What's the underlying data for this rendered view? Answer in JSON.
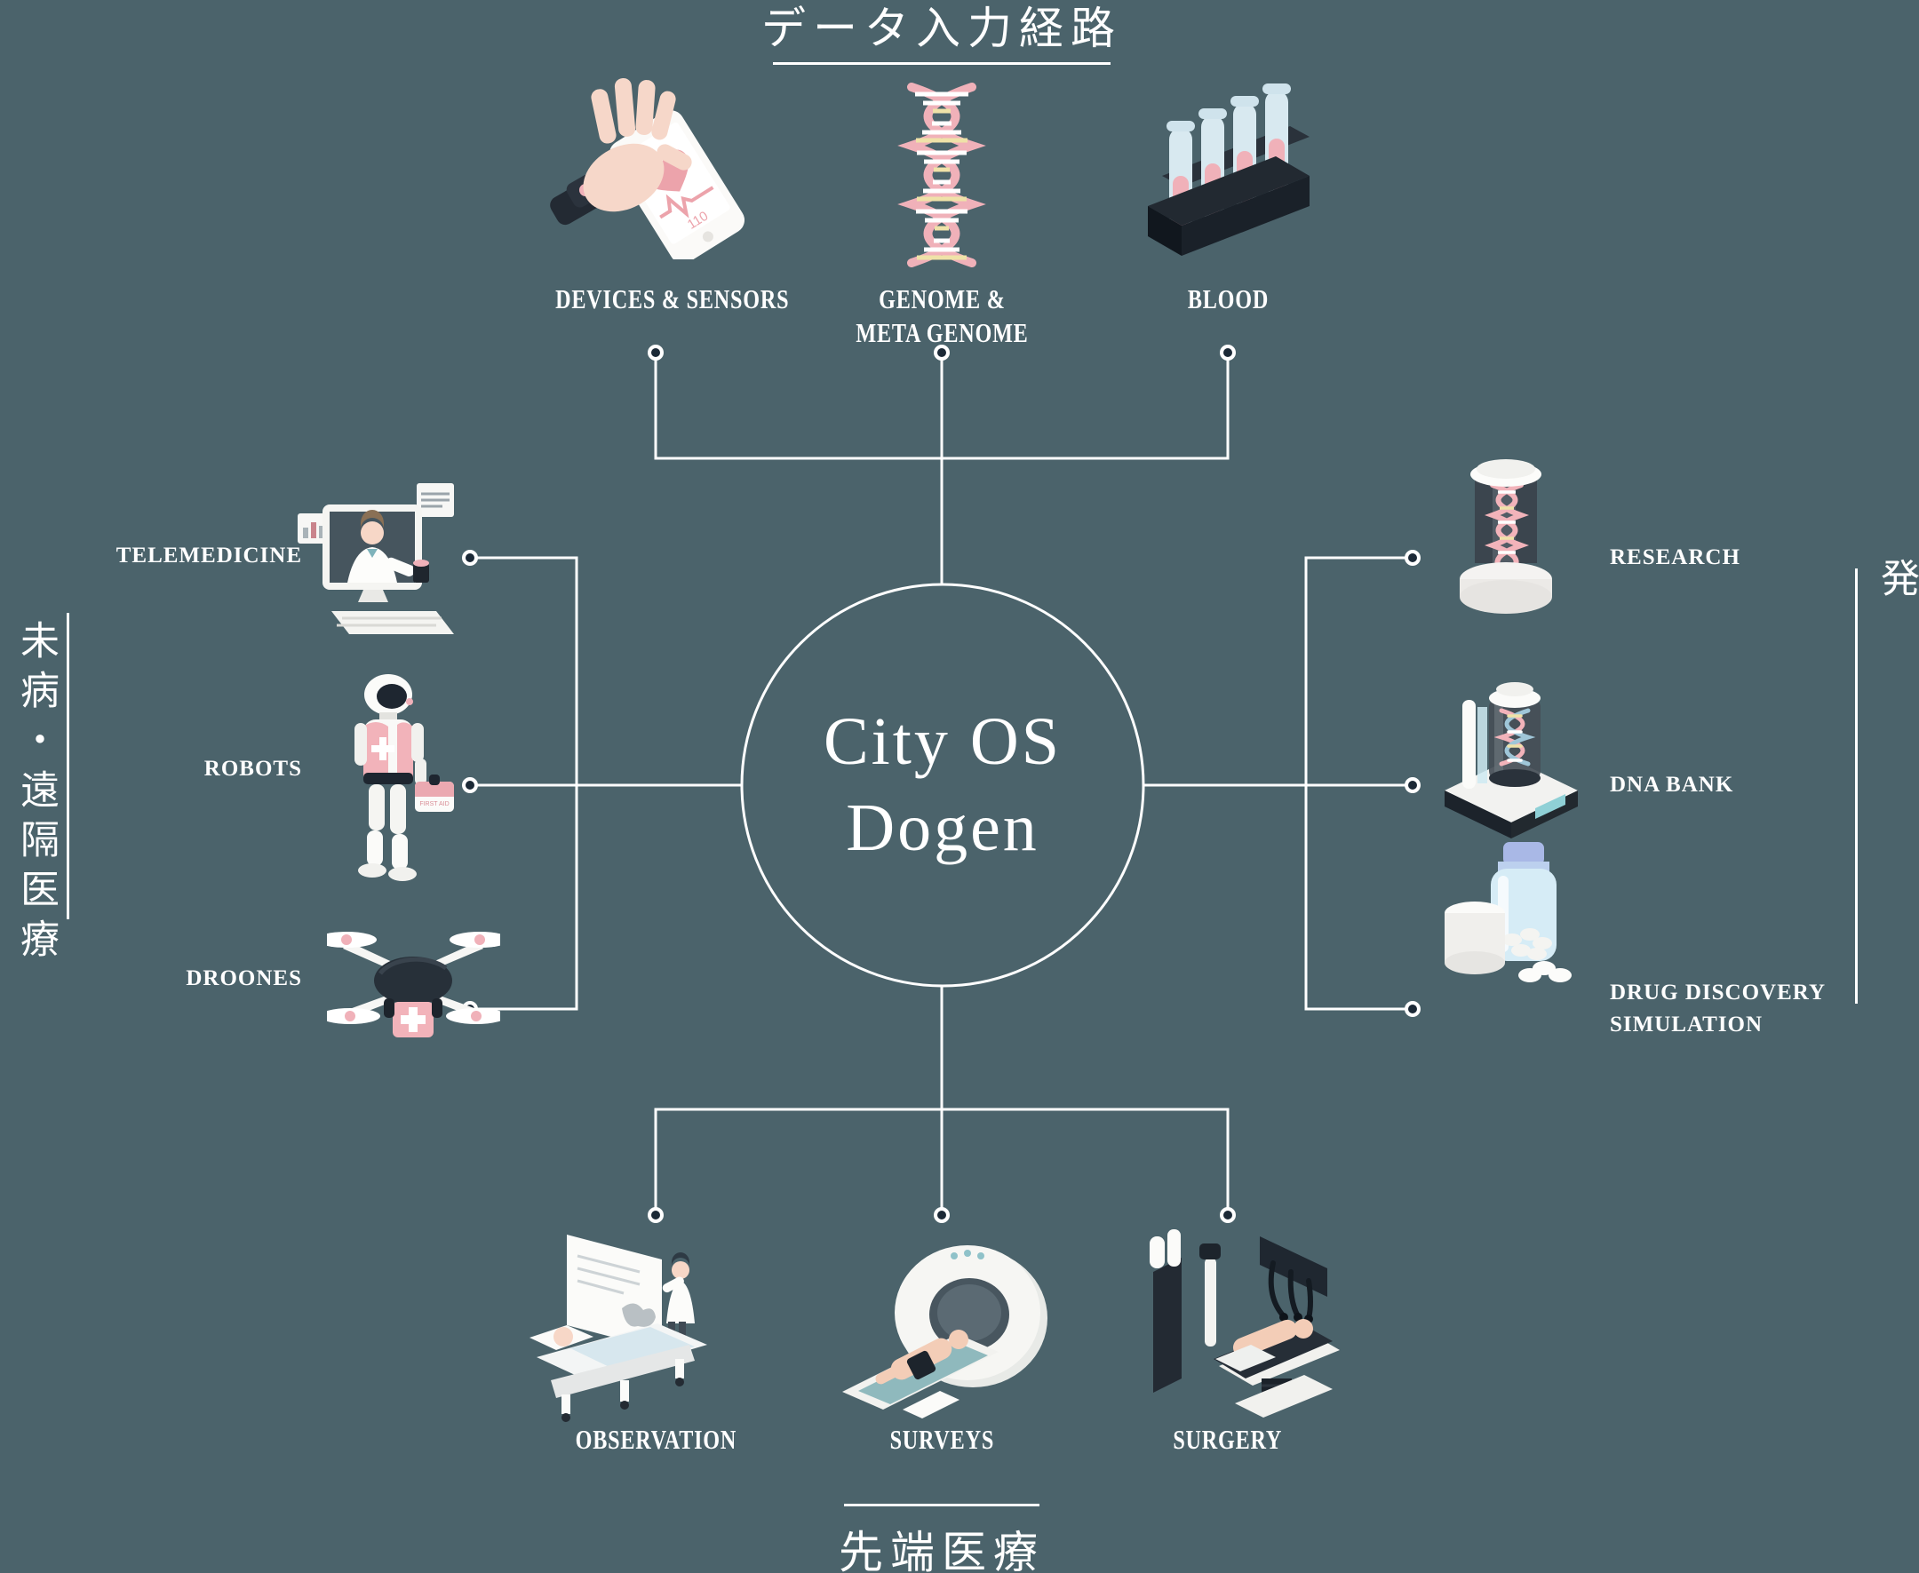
{
  "titles": {
    "top": "データ入力経路",
    "bottom": "先端医療",
    "side_left": "未病・遠隔医療",
    "side_right": "医療データ研究・開発"
  },
  "center": {
    "line1": "City OS",
    "line2": "Dogen"
  },
  "nodes": {
    "top": [
      {
        "id": "devices-sensors",
        "label": "DEVICES & SENSORS",
        "icon": "hand-smartwatch-phone-icon",
        "screen_text": "110"
      },
      {
        "id": "genome",
        "label_line1": "GENOME &",
        "label_line2": "META GENOME",
        "icon": "dna-helix-icon"
      },
      {
        "id": "blood",
        "label": "BLOOD",
        "icon": "blood-test-tubes-icon"
      }
    ],
    "left": [
      {
        "id": "telemedicine",
        "label": "TELEMEDICINE",
        "icon": "doctor-monitor-icon"
      },
      {
        "id": "robots",
        "label": "ROBOTS",
        "icon": "medical-robot-icon",
        "case_text": "FIRST AID"
      },
      {
        "id": "droones",
        "label": "DROONES",
        "icon": "delivery-drone-icon"
      }
    ],
    "right": [
      {
        "id": "research",
        "label": "RESEARCH",
        "icon": "dna-specimen-icon"
      },
      {
        "id": "dna-bank",
        "label": "DNA BANK",
        "icon": "dna-storage-machine-icon"
      },
      {
        "id": "drug-discovery",
        "label_line1": "DRUG DISCOVERY",
        "label_line2": "SIMULATION",
        "icon": "medicine-bottles-icon"
      }
    ],
    "bottom": [
      {
        "id": "observation",
        "label": "OBSERVATION",
        "icon": "hospital-bed-icon"
      },
      {
        "id": "surveys",
        "label": "SURVEYS",
        "icon": "mri-scanner-icon"
      },
      {
        "id": "surgery",
        "label": "SURGERY",
        "icon": "surgical-robot-icon"
      }
    ]
  },
  "colors": {
    "background": "#4b636b",
    "line": "#ffffff",
    "dot_fill": "#1b2936",
    "accent_pink": "#f0b1b9",
    "text": "#ffffff"
  }
}
